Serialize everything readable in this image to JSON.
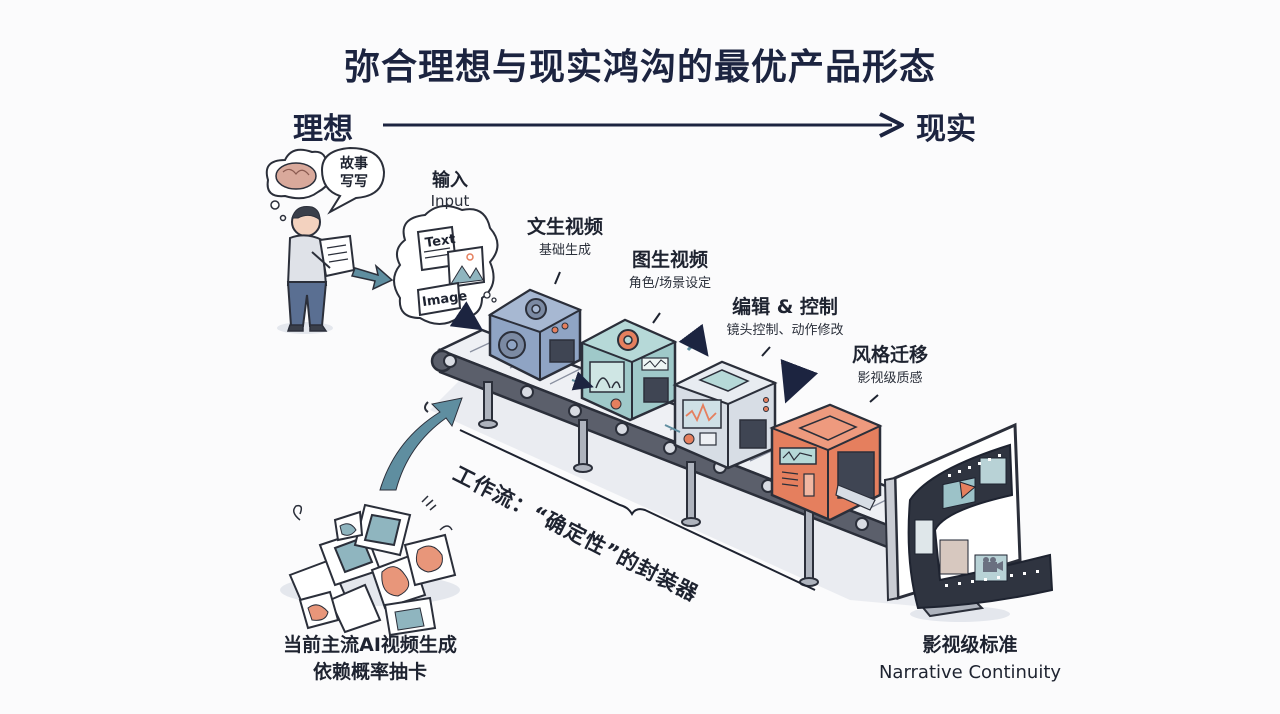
{
  "title": "弥合理想与现实鸿沟的最优产品形态",
  "axis": {
    "left_label": "理想",
    "right_label": "现实",
    "arrow_icon": "long-right-arrow"
  },
  "thinker": {
    "thought_bubble_icon": "brain-icon",
    "speech_bubble_lines": [
      "故事",
      "写写"
    ]
  },
  "input": {
    "label": "输入",
    "sublabel": "Input",
    "cloud_items": [
      "Text",
      "Image"
    ]
  },
  "stages": [
    {
      "label": "文生视频",
      "sublabel": "基础生成",
      "machine_color": "#8fa4c4",
      "icon": "gear-icon"
    },
    {
      "label": "图生视频",
      "sublabel": "角色/场景设定",
      "machine_color": "#9fc9c9",
      "icon": "gear-icon"
    },
    {
      "label": "编辑 & 控制",
      "sublabel": "镜头控制、动作修改",
      "machine_color": "#d7dde5",
      "icon": "waveform-icon"
    },
    {
      "label": "风格迁移",
      "sublabel": "影视级质感",
      "machine_color": "#e57f5e",
      "icon": "waveform-icon"
    }
  ],
  "workflow_caption": "工作流：“确定性”的封装器",
  "left_bottom": {
    "lines": [
      "当前主流AI视频生成",
      "依赖概率抽卡"
    ]
  },
  "right_bottom": {
    "label": "影视级标准",
    "sublabel": "Narrative Continuity",
    "icons": [
      "monitor-icon",
      "film-strip-icon",
      "play-icon",
      "camera-icon"
    ]
  },
  "colors": {
    "title": "#1c2440",
    "accent_teal": "#5f8ea0",
    "accent_orange": "#e57f5e",
    "belt_dark": "#5b5f6b",
    "belt_light": "#e6e9ef"
  }
}
